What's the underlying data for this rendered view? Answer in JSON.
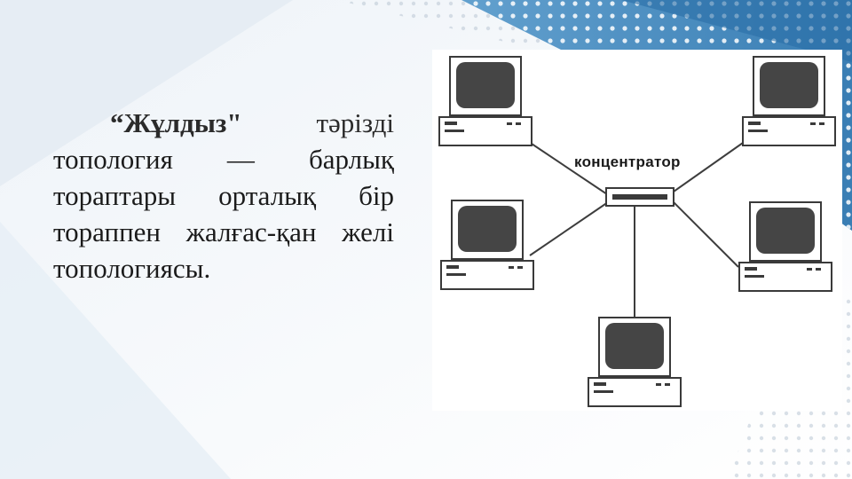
{
  "slide": {
    "term": "“Жұлдыз\"",
    "definition_line1_rest": "тәрізді",
    "definition_rest": "топология — барлық тораптары орталық бір тораппен жалғас-қан желі топологиясы."
  },
  "diagram": {
    "hub_label": "концентратор",
    "nodes": [
      "computer",
      "computer",
      "computer",
      "computer",
      "computer"
    ],
    "hub": "hub-icon",
    "colors": {
      "screen": "#454545",
      "line": "#3d3d3d",
      "accent_bg": "#4a90c2"
    }
  }
}
